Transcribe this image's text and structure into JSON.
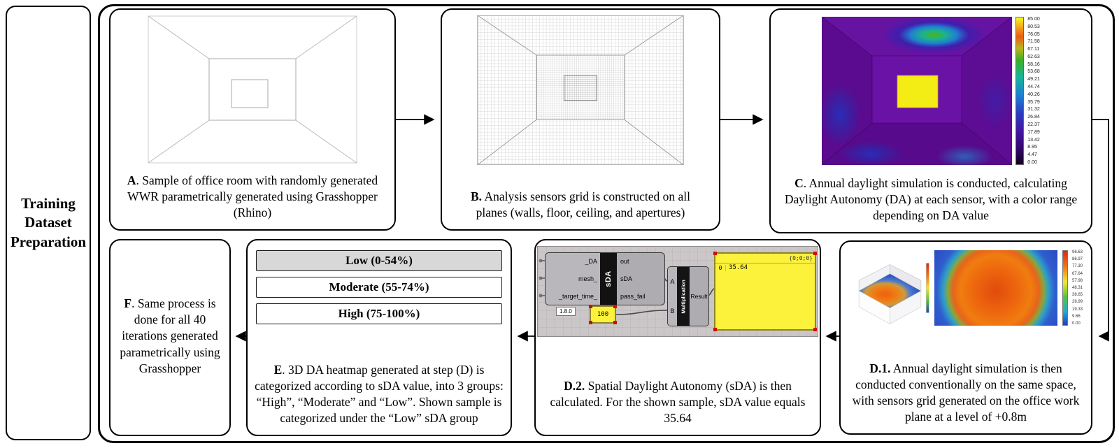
{
  "sidebar": {
    "lines": [
      "Training",
      "Dataset",
      "Preparation"
    ]
  },
  "panel_a": {
    "label": "A",
    "text": ". Sample of office room with randomly generated WWR parametrically generated using Grasshopper (Rhino)"
  },
  "panel_b": {
    "label": "B.",
    "text": " Analysis sensors grid is constructed on all planes (walls, floor, ceiling, and apertures)"
  },
  "panel_c": {
    "label": "C",
    "text": ". Annual daylight simulation is conducted, calculating Daylight Autonomy (DA) at each sensor, with a color range depending on DA value",
    "scale_values": [
      "85.00",
      "80.53",
      "76.05",
      "71.58",
      "67.11",
      "62.63",
      "58.16",
      "53.68",
      "49.21",
      "44.74",
      "40.26",
      "35.79",
      "31.32",
      "26.84",
      "22.37",
      "17.89",
      "13.42",
      "8.95",
      "4.47",
      "0.00"
    ]
  },
  "panel_d1": {
    "label": "D.1.",
    "text": " Annual daylight simulation is then conducted conventionally on the same space, with sensors grid generated on the office work plane at a level of +0.8m",
    "scale_values": [
      "96.63",
      "86.97",
      "77.30",
      "67.64",
      "57.98",
      "48.31",
      "38.65",
      "28.99",
      "19.33",
      "9.66",
      "0.00"
    ]
  },
  "panel_d2": {
    "label": "D.2.",
    "text": " Spatial Daylight Autonomy (sDA) is then calculated. For the shown sample, sDA value equals 35.64",
    "gh": {
      "sda": {
        "name": "sDA",
        "inputs": [
          "_DA",
          "mesh_",
          "_target_time_"
        ],
        "outputs": [
          "out",
          "sDA",
          "pass_fail"
        ]
      },
      "version": "1.8.0",
      "value_panel": "100",
      "mult": {
        "name": "Multiplication",
        "input_a": "A",
        "input_b": "B",
        "output": "Result"
      },
      "result_panel": {
        "header": "{0;0;0}",
        "index": "0",
        "value": "35.64"
      }
    }
  },
  "panel_e": {
    "label": "E",
    "text": ". 3D DA heatmap generated at step (D) is categorized according to sDA value, into 3 groups: “High”, “Moderate” and “Low”. Shown sample is categorized under the “Low” sDA group",
    "categories": [
      "Low (0-54%)",
      "Moderate (55-74%)",
      "High (75-100%)"
    ],
    "highlighted_category": "Low (0-54%)",
    "highlight_color": "#d8d8d8"
  },
  "panel_f": {
    "label": "F",
    "text": ". Same process is done for all 40 iterations generated parametrically using Grasshopper"
  }
}
